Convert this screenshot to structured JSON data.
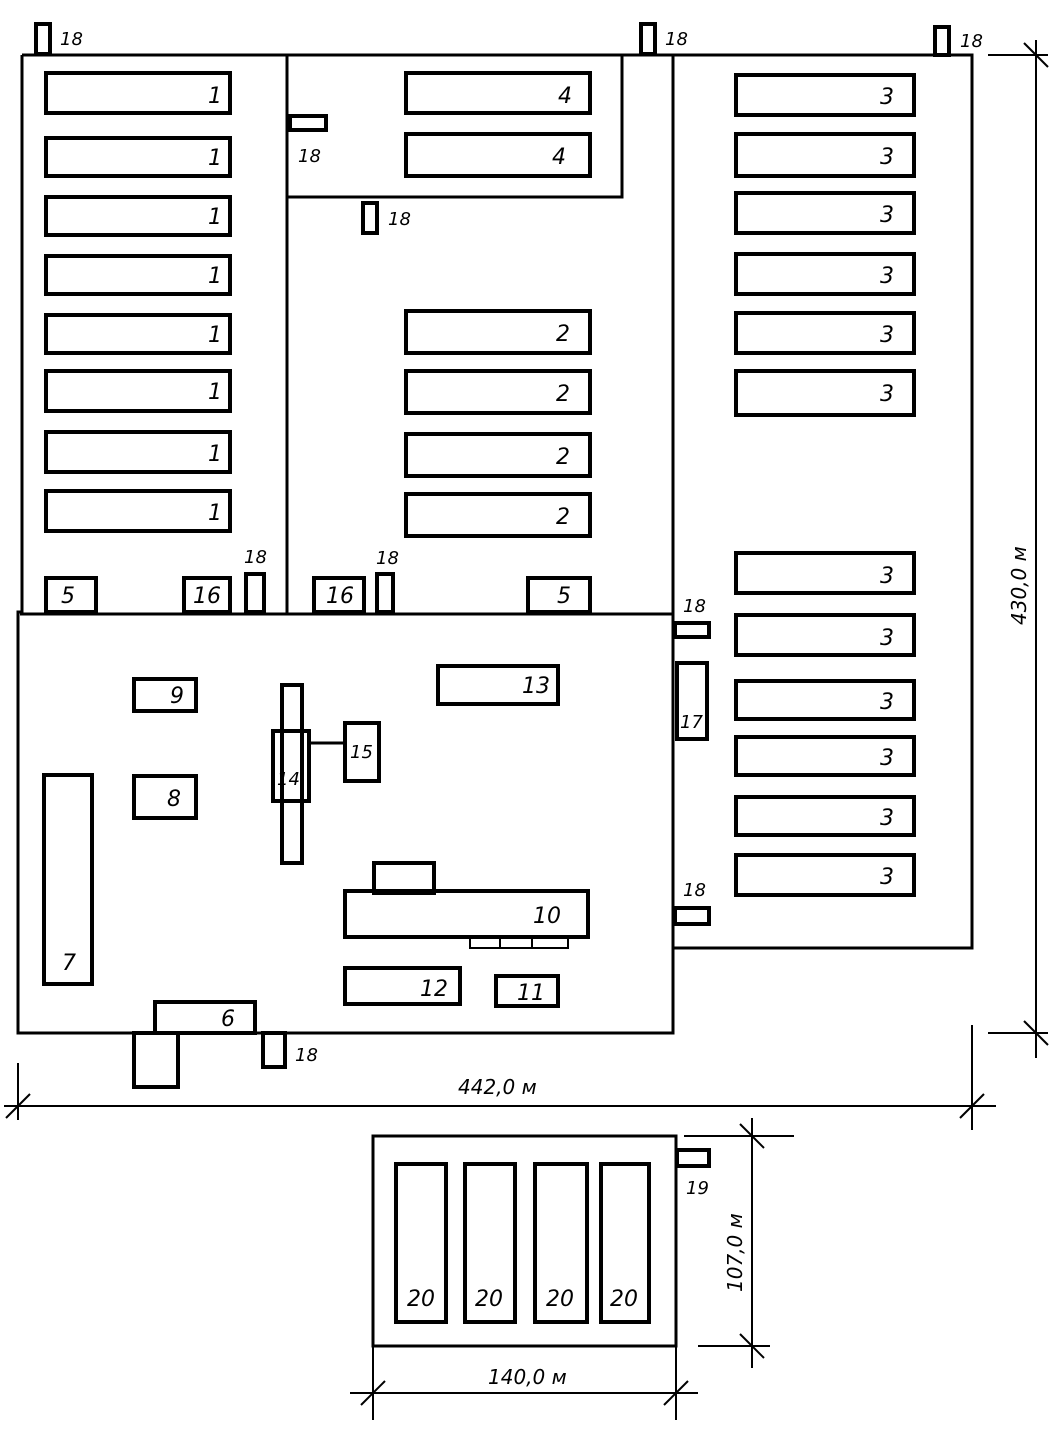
{
  "labels": {
    "n1": "1",
    "n2": "2",
    "n3": "3",
    "n4": "4",
    "n5": "5",
    "n6": "6",
    "n7": "7",
    "n8": "8",
    "n9": "9",
    "n10": "10",
    "n11": "11",
    "n12": "12",
    "n13": "13",
    "n14": "14",
    "n15": "15",
    "n16": "16",
    "n18": "18",
    "n17": "17",
    "n19": "19",
    "n20": "20"
  },
  "dimensions": {
    "main_width": "442,0 м",
    "main_height": "430,0 м",
    "lower_width": "140,0 м",
    "lower_height": "107,0 м"
  }
}
